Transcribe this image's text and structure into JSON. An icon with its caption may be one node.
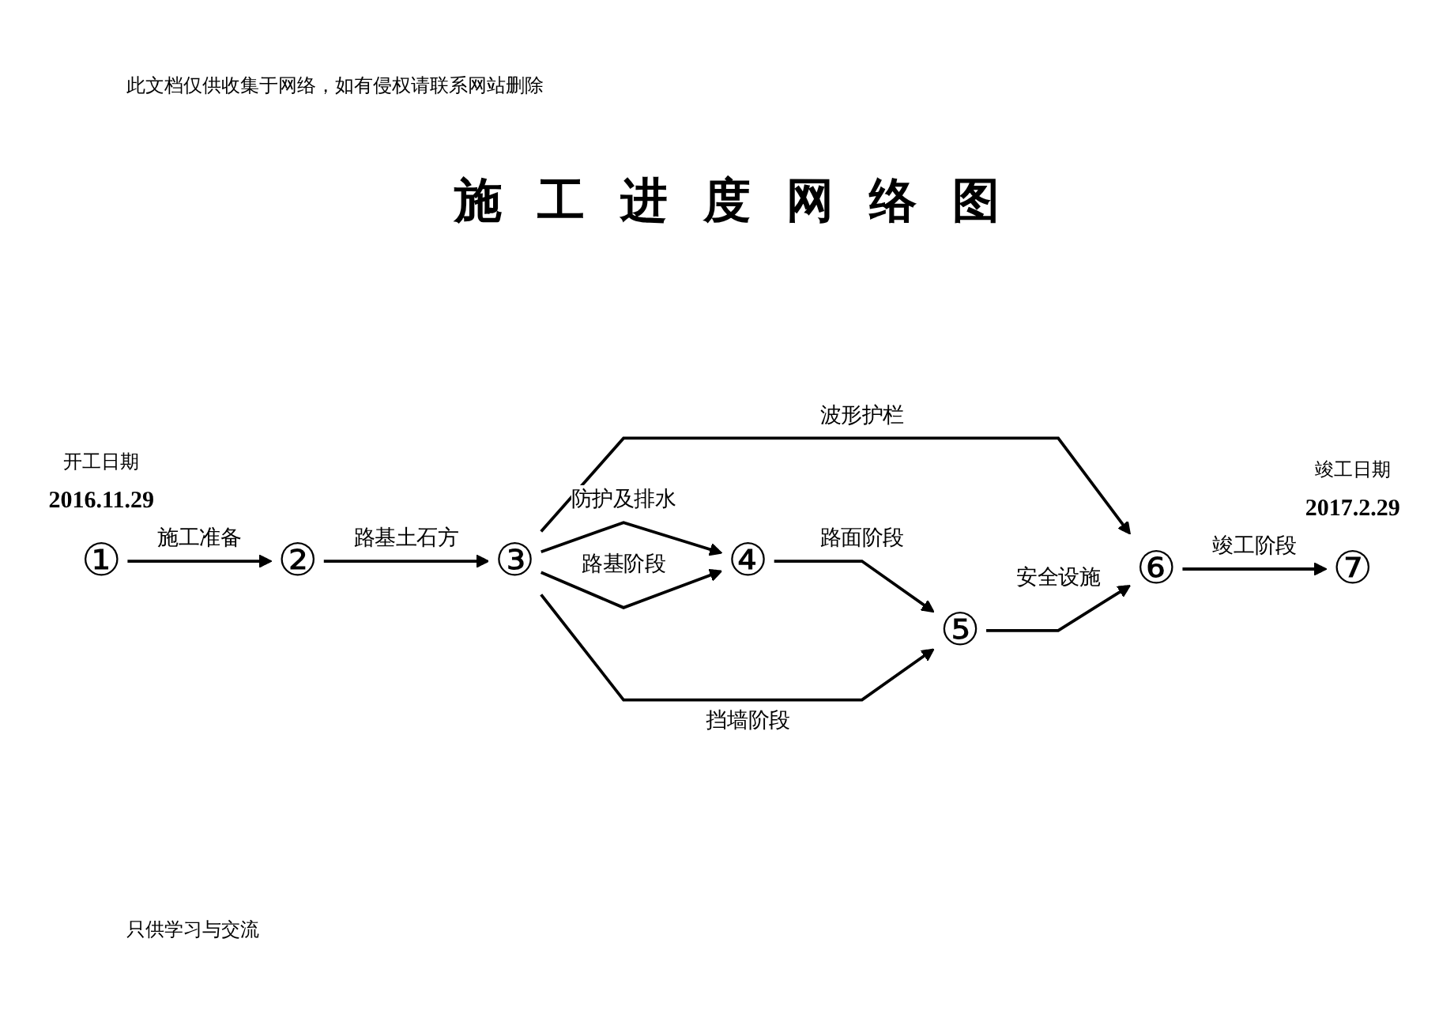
{
  "diagram": {
    "title": "施工进度网络图",
    "nodes": [
      {
        "text": [
          "①"
        ],
        "beside": [
          "开工日期",
          "2016.11.29"
        ]
      },
      {
        "text": [
          "②"
        ]
      },
      {
        "text": [
          "③"
        ]
      },
      {
        "text": [
          "④"
        ]
      },
      {
        "text": [
          "⑤"
        ]
      },
      {
        "text": [
          "⑥"
        ]
      },
      {
        "text": [
          "⑦"
        ],
        "beside": [
          "竣工日期",
          "2017.2.29"
        ]
      }
    ],
    "edges": [
      {
        "from": 0,
        "to": 1,
        "arrow": "to",
        "label": "施工准备"
      },
      {
        "from": 1,
        "to": 2,
        "arrow": "to",
        "label": "路基土石方"
      },
      {
        "from": 2,
        "to": 3,
        "arrow": "to",
        "label": "防护及排水"
      },
      {
        "from": 2,
        "to": 5,
        "arrow": "to",
        "label": "波形护栏"
      },
      {
        "from": 2,
        "to": 3,
        "arrow": "to",
        "label": "路基阶段"
      },
      {
        "from": 3,
        "to": 4,
        "arrow": "to",
        "label": "路面阶段"
      },
      {
        "from": 4,
        "to": 5,
        "arrow": "to",
        "label": "安全设施"
      },
      {
        "from": 5,
        "to": 6,
        "arrow": "to",
        "label": "竣工阶段"
      },
      {
        "from": 2,
        "to": 4,
        "arrow": "to",
        "label": "挡墙阶段"
      }
    ],
    "labels": [
      "此文档仅供收集于网络，如有侵权请联系网站删除",
      "只供学习与交流"
    ]
  }
}
